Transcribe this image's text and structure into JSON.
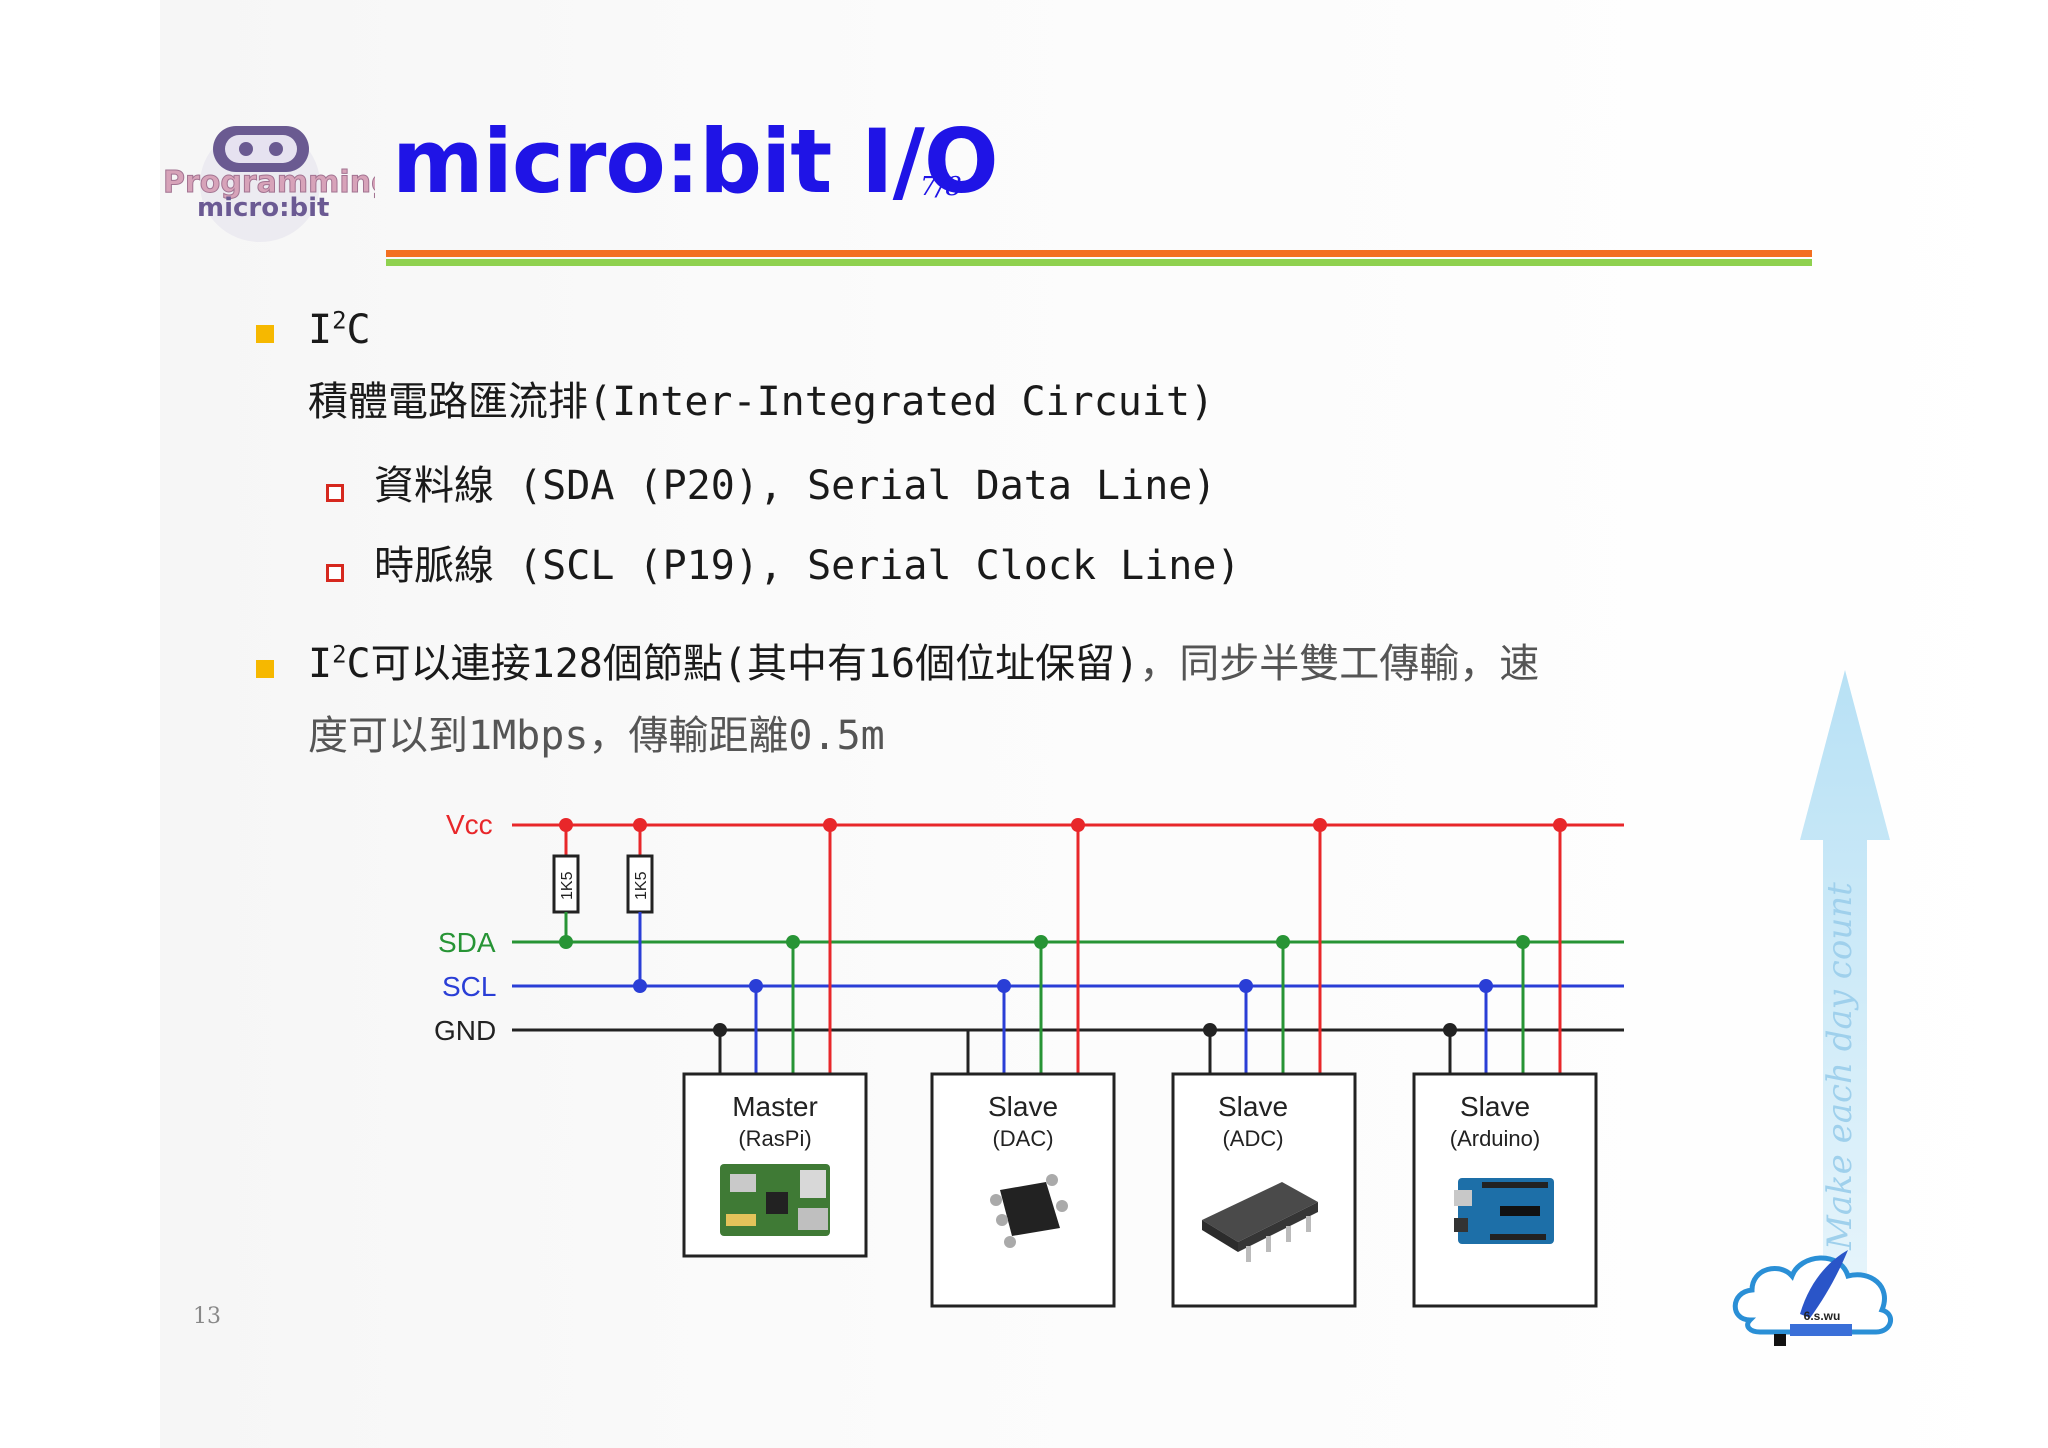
{
  "header": {
    "title": "micro:bit I/O",
    "page_fraction": "7/8",
    "logo_top": "Programming",
    "logo_bottom": "micro:bit"
  },
  "bullets": [
    {
      "line1": "C",
      "line1_prefix": "I",
      "line1_sup": "2",
      "line2": "積體電路匯流排(Inter-Integrated Circuit)",
      "subitems": [
        "資料線 (SDA (P20), Serial Data Line)",
        "時脈線 (SCL (P19), Serial Clock Line)"
      ]
    },
    {
      "prefix": "I",
      "sup": "2",
      "line1_dark": "C可以連接128個節點(其中有16個位址保留)",
      "line1_gray": "，同步半雙工傳輸，速",
      "line2": "度可以到1Mbps，傳輸距離0.5m"
    }
  ],
  "diagram": {
    "bus_labels": {
      "vcc": "Vcc",
      "sda": "SDA",
      "scl": "SCL",
      "gnd": "GND"
    },
    "resistors": [
      "1K5",
      "1K5"
    ],
    "devices": [
      {
        "name": "Master",
        "sub": "(RasPi)"
      },
      {
        "name": "Slave",
        "sub": "(DAC)"
      },
      {
        "name": "Slave",
        "sub": "(ADC)"
      },
      {
        "name": "Slave",
        "sub": "(Arduino)"
      }
    ],
    "colors": {
      "vcc": "#e8272a",
      "sda": "#279435",
      "scl": "#2a3ed6",
      "gnd": "#222222"
    }
  },
  "footer": {
    "page_number": "13",
    "side_slogan": "Make each day count",
    "cloud_logo_text": "6.s.wu"
  }
}
